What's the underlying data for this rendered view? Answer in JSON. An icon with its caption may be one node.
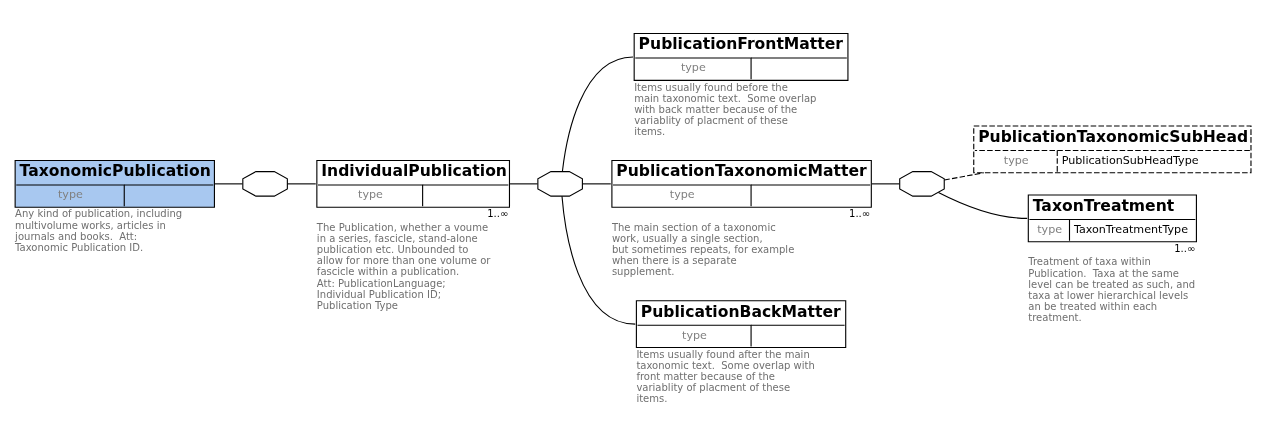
{
  "diagram": {
    "nodes": [
      {
        "text": [
          "TaxonomicPublication",
          "type"
        ],
        "beside": [
          "Any kind of publication, including multivolume works, articles in journals and books.  Att: Taxonomic Publication ID."
        ]
      },
      {
        "text": [],
        "shape": "octagon"
      },
      {
        "text": [
          "IndividualPublication",
          "type"
        ],
        "beside": [
          "1..∞",
          "The Publication, whether a voume in a series, fascicle, stand-alone publication etc. Unbounded to allow for more than one volume or fascicle within a publication.  Att: PublicationLanguage; Individual Publication ID; Publication Type"
        ]
      },
      {
        "text": [],
        "shape": "octagon"
      },
      {
        "text": [
          "PublicationFrontMatter",
          "type"
        ],
        "beside": [
          "Items usually found before the main taxonomic text.  Some overlap with back matter because of the variablity of placment of these items."
        ]
      },
      {
        "text": [
          "PublicationTaxonomicMatter",
          "type"
        ],
        "beside": [
          "1..∞",
          "The main section of a taxonomic work, usually a single section, but sometimes repeats, for example when there is a separate supplement."
        ]
      },
      {
        "text": [
          "PublicationBackMatter",
          "type"
        ],
        "beside": [
          "Items usually found after the main taxonomic text.  Some overlap with front matter because of the variablity of placment of these items."
        ]
      },
      {
        "text": [],
        "shape": "octagon"
      },
      {
        "text": [
          "PublicationTaxonomicSubHead",
          "type",
          "PublicationSubHeadType"
        ]
      },
      {
        "text": [
          "TaxonTreatment",
          "type",
          "TaxonTreatmentType"
        ],
        "beside": [
          "1..∞",
          "Treatment of taxa within Publication.  Taxa at the same level can be treated as such, and taxa at lower hierarchical levels an be treated within each treatment."
        ]
      }
    ],
    "edges": [
      {
        "from": 0,
        "to": 1,
        "arrow": "none"
      },
      {
        "from": 1,
        "to": 2,
        "arrow": "none"
      },
      {
        "from": 2,
        "to": 3,
        "arrow": "none"
      },
      {
        "from": 3,
        "to": 4,
        "arrow": "none"
      },
      {
        "from": 3,
        "to": 5,
        "arrow": "none"
      },
      {
        "from": 3,
        "to": 6,
        "arrow": "none"
      },
      {
        "from": 5,
        "to": 7,
        "arrow": "none"
      },
      {
        "from": 7,
        "to": 8,
        "arrow": "none",
        "style": "dashed"
      },
      {
        "from": 7,
        "to": 9,
        "arrow": "none"
      }
    ]
  }
}
